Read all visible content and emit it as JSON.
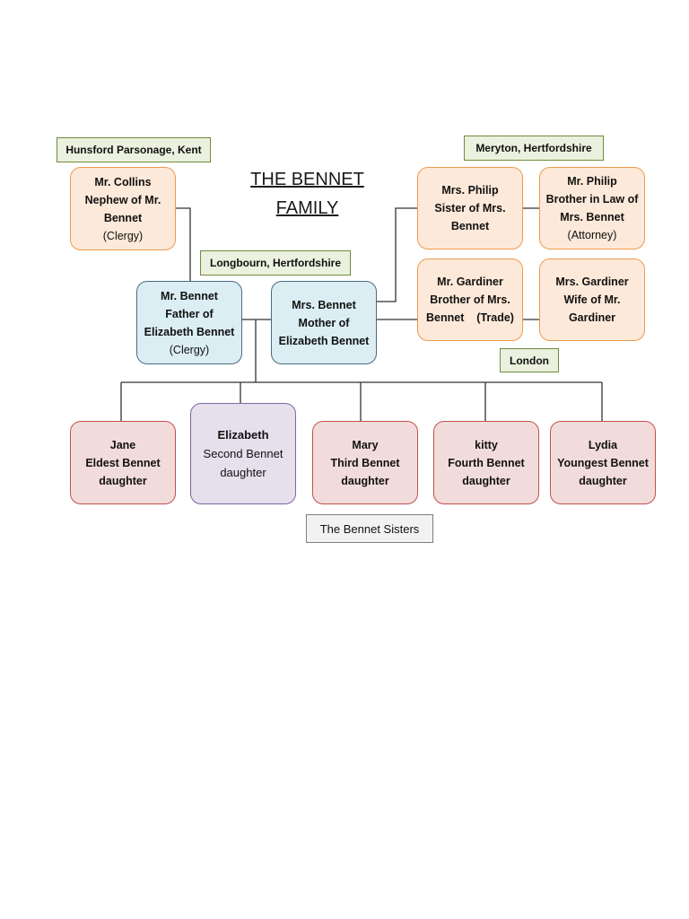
{
  "title": {
    "line1": "THE BENNET",
    "line2": "FAMILY"
  },
  "locations": {
    "hunsford": "Hunsford Parsonage, Kent",
    "meryton": "Meryton, Hertfordshire",
    "longbourn": "Longbourn, Hertfordshire",
    "london": "London"
  },
  "people": {
    "collins": [
      "Mr. Collins",
      "Nephew of Mr.",
      "Bennet",
      "(Clergy)"
    ],
    "mr_bennet": [
      "Mr. Bennet",
      "Father of",
      "Elizabeth Bennet",
      "(Clergy)"
    ],
    "mrs_bennet": [
      "Mrs. Bennet",
      "Mother of",
      "Elizabeth Bennet"
    ],
    "mrs_philip": [
      "Mrs. Philip",
      "Sister of Mrs.",
      "Bennet"
    ],
    "mr_philip": [
      "Mr. Philip",
      "Brother in Law of",
      "Mrs. Bennet",
      "(Attorney)"
    ],
    "mr_gardiner": [
      "Mr. Gardiner",
      "Brother of Mrs.",
      "Bennet    (Trade)"
    ],
    "mrs_gardiner": [
      "Mrs. Gardiner",
      "Wife of Mr.",
      "Gardiner"
    ]
  },
  "sisters": [
    [
      "Jane",
      "Eldest Bennet",
      "daughter"
    ],
    [
      "Elizabeth",
      "Second Bennet",
      "daughter"
    ],
    [
      "Mary",
      "Third Bennet",
      "daughter"
    ],
    [
      "kitty",
      "Fourth Bennet",
      "daughter"
    ],
    [
      "Lydia",
      "Youngest Bennet",
      "daughter"
    ]
  ],
  "caption": "The Bennet Sisters",
  "colors": {
    "peach_fill": "#fde9d9",
    "peach_border": "#ee9a4d",
    "blue_fill": "#dbeef4",
    "pink_fill": "#f2dcdb",
    "lavender_fill": "#e5e0ec",
    "location_fill": "#ebf1de"
  }
}
